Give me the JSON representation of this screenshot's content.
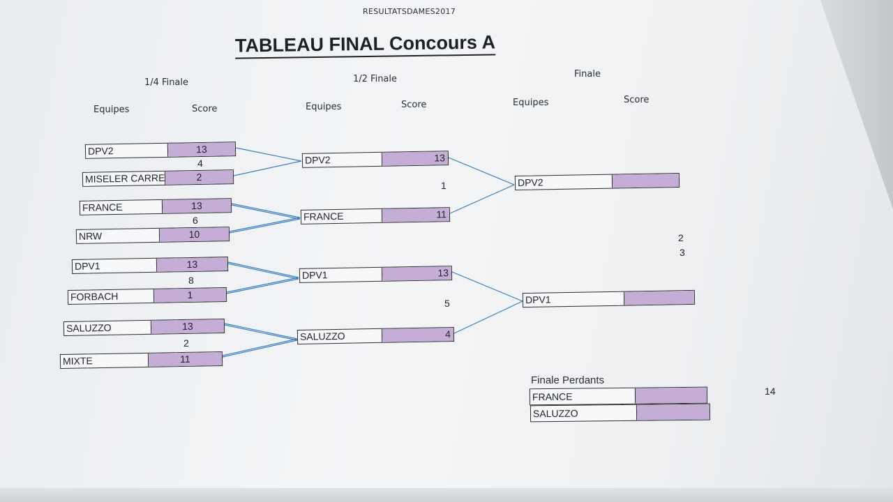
{
  "header": "RESULTATSDAMES2017",
  "title": "TABLEAU FINAL Concours A",
  "rounds": {
    "quarter": "1/4 Finale",
    "semi": "1/2 Finale",
    "final": "Finale"
  },
  "columns": {
    "teams": "Equipes",
    "score": "Score"
  },
  "quarterfinals": [
    {
      "team": "DPV2",
      "score": "13"
    },
    {
      "team": "MISELER CARRE",
      "score": "2"
    },
    {
      "team": "FRANCE",
      "score": "13"
    },
    {
      "team": "NRW",
      "score": "10"
    },
    {
      "team": "DPV1",
      "score": "13"
    },
    {
      "team": "FORBACH",
      "score": "1"
    },
    {
      "team": "SALUZZO",
      "score": "13"
    },
    {
      "team": "MIXTE",
      "score": "11"
    }
  ],
  "quarter_labels": [
    "4",
    "6",
    "8",
    "2"
  ],
  "semifinals": [
    {
      "team": "DPV2",
      "score": "13"
    },
    {
      "team": "FRANCE",
      "score": "11"
    },
    {
      "team": "DPV1",
      "score": "13"
    },
    {
      "team": "SALUZZO",
      "score": "4"
    }
  ],
  "semi_labels": [
    "1",
    "5"
  ],
  "finals": [
    {
      "team": "DPV2",
      "score": ""
    },
    {
      "team": "DPV1",
      "score": ""
    }
  ],
  "final_labels": [
    "2",
    "3"
  ],
  "losers_final": {
    "title": "Finale Perdants",
    "teams": [
      {
        "team": "FRANCE",
        "score": ""
      },
      {
        "team": "SALUZZO",
        "score": ""
      }
    ],
    "label": "14"
  },
  "colors": {
    "score_fill": "#c5aed6",
    "connector": "#3a7dbd"
  }
}
